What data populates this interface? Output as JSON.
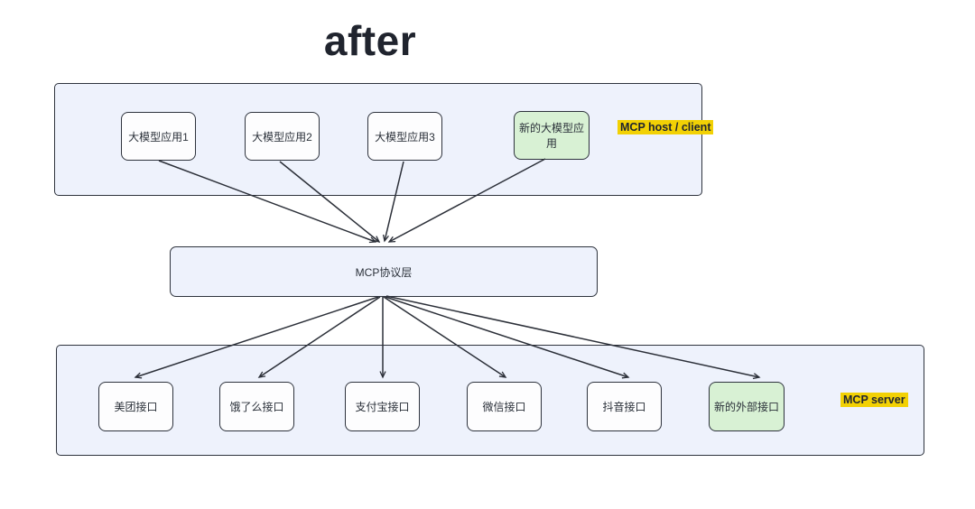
{
  "title": "after",
  "colors": {
    "container_fill": "#eef2fc",
    "box_fill": "#fdfdfe",
    "highlight_box_fill": "#d8f1d4",
    "badge_highlight": "#f2d104",
    "stroke": "#2e333d"
  },
  "host_section": {
    "badge": "MCP host / client",
    "apps": [
      {
        "label": "大模型应用1",
        "highlighted": false
      },
      {
        "label": "大模型应用2",
        "highlighted": false
      },
      {
        "label": "大模型应用3",
        "highlighted": false
      },
      {
        "label": "新的大模型应用",
        "highlighted": true
      }
    ]
  },
  "protocol_layer": {
    "label": "MCP协议层"
  },
  "server_section": {
    "badge": "MCP server",
    "interfaces": [
      {
        "label": "美团接口",
        "highlighted": false
      },
      {
        "label": "饿了么接口",
        "highlighted": false
      },
      {
        "label": "支付宝接口",
        "highlighted": false
      },
      {
        "label": "微信接口",
        "highlighted": false
      },
      {
        "label": "抖音接口",
        "highlighted": false
      },
      {
        "label": "新的外部接口",
        "highlighted": true
      }
    ]
  }
}
